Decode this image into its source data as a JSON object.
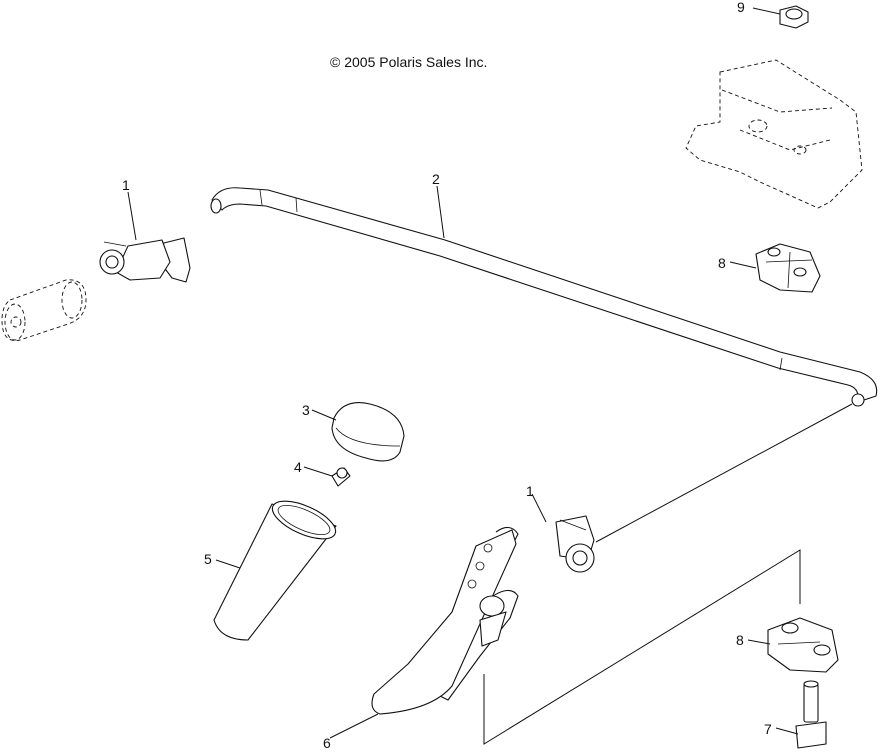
{
  "copyright": "© 2005 Polaris Sales Inc.",
  "callouts": {
    "c1a": "1",
    "c1b": "1",
    "c2": "2",
    "c3": "3",
    "c4": "4",
    "c5": "5",
    "c6": "6",
    "c7": "7",
    "c8a": "8",
    "c8b": "8",
    "c9": "9"
  }
}
